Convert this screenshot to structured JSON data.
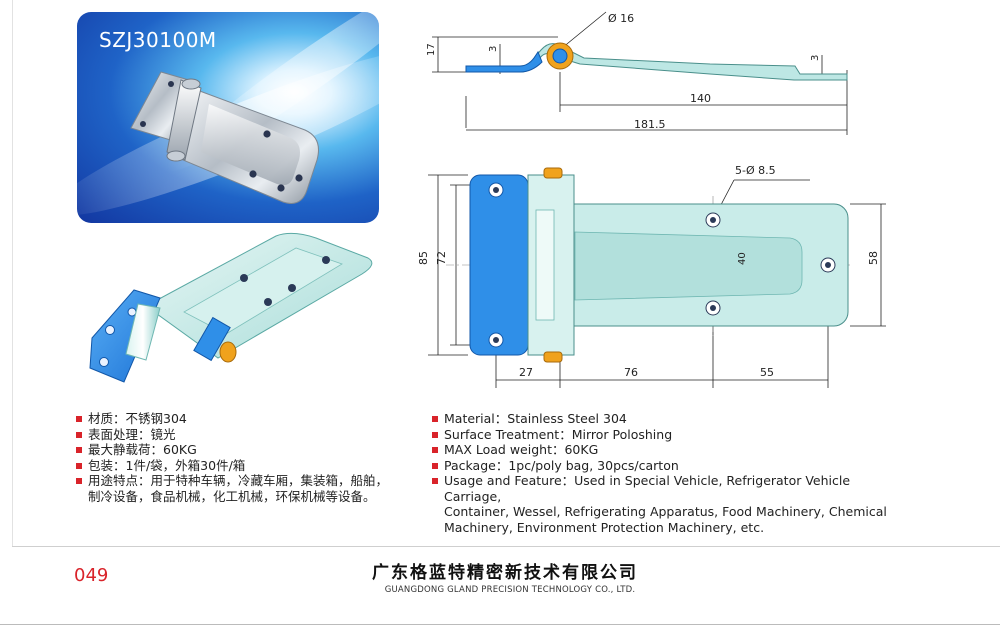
{
  "product": {
    "model_code": "SZJ30100M"
  },
  "drawing": {
    "dim_hole_dia": "Ø 16",
    "dim_height_17": "17",
    "dim_thick_left": "3",
    "dim_thick_right": "3",
    "dim_len_140": "140",
    "dim_len_181": "181.5",
    "dim_holes": "5-Ø 8.5",
    "dim_height_85": "85",
    "dim_height_72": "72",
    "dim_height_40": "40",
    "dim_height_58": "58",
    "dim_w_27": "27",
    "dim_w_76": "76",
    "dim_w_55": "55"
  },
  "specs_cn": [
    "材质：不锈钢304",
    "表面处理：镜光",
    "最大静载荷：60KG",
    "包装：1件/袋，外箱30件/箱",
    "用途特点：用于特种车辆，冷藏车厢，集装箱，船舶，",
    "制冷设备，食品机械，化工机械，环保机械等设备。"
  ],
  "specs_en": [
    "Material：Stainless Steel 304",
    "Surface Treatment：Mirror Poloshing",
    "MAX Load weight：60KG",
    "Package：1pc/poly bag,  30pcs/carton",
    "Usage and Feature：Used in Special Vehicle, Refrigerator Vehicle Carriage,",
    "Container, Wessel, Refrigerating Apparatus, Food Machinery, Chemical",
    "Machinery, Environment Protection Machinery, etc."
  ],
  "footer": {
    "page_number": "049",
    "company_cn": "广东格蓝特精密新技术有限公司",
    "company_en": "GUANGDONG GLAND PRECISION TECHNOLOGY CO., LTD."
  },
  "colors": {
    "accent_red": "#d9232a",
    "leaf_blue": "#2f8fe8",
    "plate_light": "#c9ece9",
    "card_blue": "#1f63c7"
  }
}
